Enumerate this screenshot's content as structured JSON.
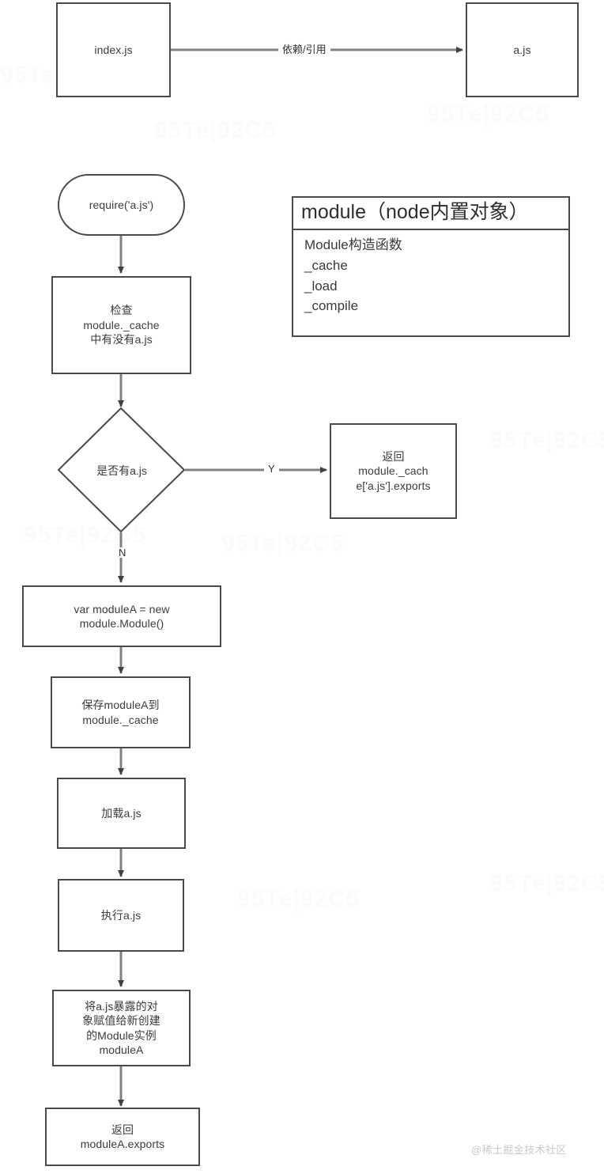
{
  "diagram": {
    "title_watermark": "@稀土掘金技术社区",
    "background_watermark_text": "95Te|92C5",
    "colors": {
      "node_border": "#4a4a4a",
      "edge": "#808080",
      "text": "#3c3c3c",
      "background": "#ffffff"
    },
    "top_flow": {
      "source_label": "index.js",
      "target_label": "a.js",
      "edge_label": "依赖/引用"
    },
    "legend": {
      "header": "module（node内置对象）",
      "items": [
        "Module构造函数",
        "_cache",
        "_load",
        "_compile"
      ]
    },
    "nodes": {
      "start": "require('a.js')",
      "check_cache": "检查\nmodule._cache\n中有没有a.js",
      "decision": "是否有a.js",
      "return_cached": "返回\nmodule._cach\ne['a.js'].exports",
      "new_module": "var moduleA = new\nmodule.Module()",
      "save_cache": "保存moduleA到\nmodule._cache",
      "load_file": "加载a.js",
      "exec_file": "执行a.js",
      "assign_exports": "将a.js暴露的对\n象赋值给新创建\n的Module实例\nmoduleA",
      "return_exports": "返回\nmoduleA.exports"
    },
    "branch_labels": {
      "yes": "Y",
      "no": "N"
    }
  }
}
